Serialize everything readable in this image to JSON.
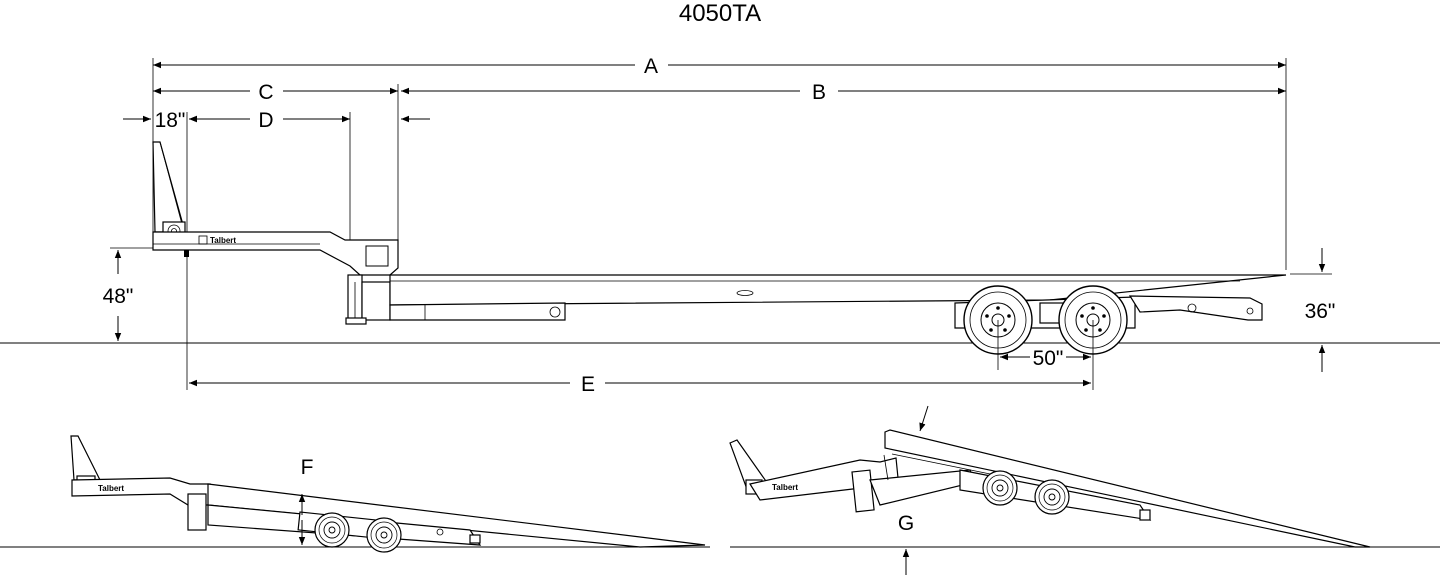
{
  "title": "4050TA",
  "brand": "Talbert",
  "dimensions": {
    "a": "A",
    "b": "B",
    "c": "C",
    "d": "D",
    "e": "E",
    "f": "F",
    "g": "G",
    "kingpin_offset": "18\"",
    "fifth_wheel_height": "48\"",
    "deck_height": "36\"",
    "axle_spread": "50\""
  },
  "icons": {
    "arrowhead": "arrowhead-icon",
    "wheel": "wheel-icon"
  }
}
